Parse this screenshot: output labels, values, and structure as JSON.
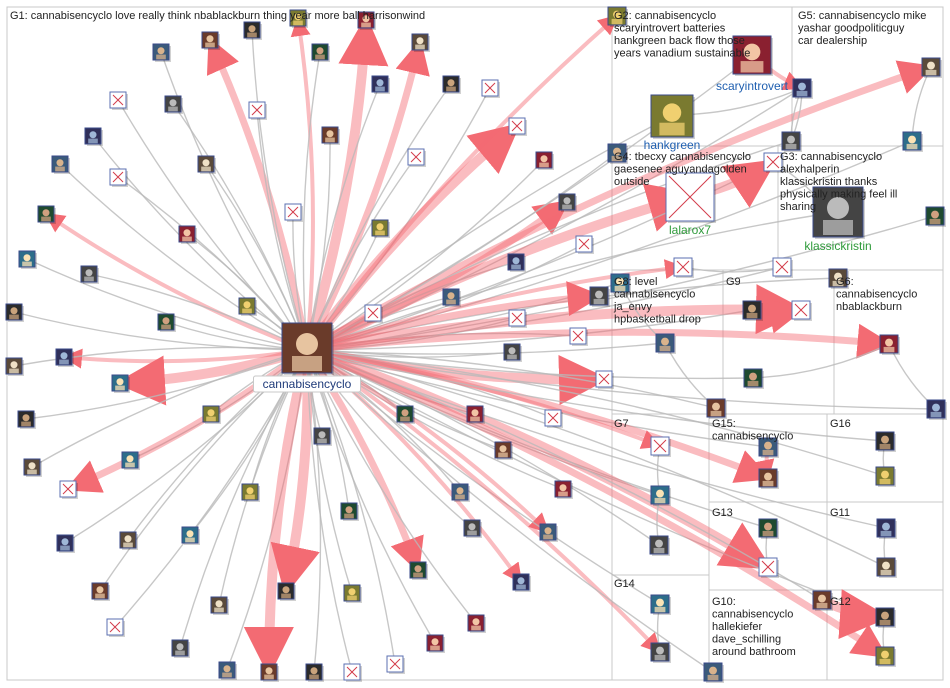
{
  "colors": {
    "edge_gray": "#b9b9b9",
    "edge_red": "#f36b73",
    "box_border": "#c8c8c8",
    "broken_image": "#d23c4a",
    "label_blue": "#1f5fb0",
    "label_green": "#2e9a3a",
    "label_navy": "#1f3b7a"
  },
  "groups": [
    {
      "id": "G1",
      "label": "G1: cannabisencyclo love really think nbablackburn thing year more ball harrisonwind"
    },
    {
      "id": "G2",
      "label": "G2: cannabisencyclo scaryintrovert batteries hankgreen back flow those years vanadium sustainable"
    },
    {
      "id": "G5",
      "label": "G5: cannabisencyclo mike yashar goodpoliticguy car dealership"
    },
    {
      "id": "G4",
      "label": "G4: tbecxy cannabisencyclo gaesenee aguyandagolden outside"
    },
    {
      "id": "G3",
      "label": "G3: cannabisencyclo alexhalperin klassickristin thanks physically making feel ill sharing"
    },
    {
      "id": "G8",
      "label": "G8: level cannabisencyclo ja_envy hpbasketball drop"
    },
    {
      "id": "G9",
      "label": "G9"
    },
    {
      "id": "G6",
      "label": "G6: cannabisencyclo nbablackburn"
    },
    {
      "id": "G7",
      "label": "G7"
    },
    {
      "id": "G15",
      "label": "G15: cannabisencyclo"
    },
    {
      "id": "G16",
      "label": "G16"
    },
    {
      "id": "G13",
      "label": "G13"
    },
    {
      "id": "G11",
      "label": "G11"
    },
    {
      "id": "G14",
      "label": "G14"
    },
    {
      "id": "G10",
      "label": "G10: cannabisencyclo hallekiefer dave_schilling around bathroom"
    },
    {
      "id": "G12",
      "label": "G12"
    }
  ],
  "labeled_vertices": [
    {
      "id": "cannabisencyclo",
      "label": "cannabisencyclo",
      "color": "navy"
    },
    {
      "id": "hankgreen",
      "label": "hankgreen",
      "color": "blue"
    },
    {
      "id": "scaryintrovert",
      "label": "scaryintrovert",
      "color": "blue"
    },
    {
      "id": "lalarox7",
      "label": "lalarox7",
      "color": "green"
    },
    {
      "id": "klassickristin",
      "label": "klassickristin",
      "color": "green"
    }
  ],
  "vertex_icons": {
    "broken": "broken-image-icon",
    "avatar": "profile-avatar-icon"
  }
}
